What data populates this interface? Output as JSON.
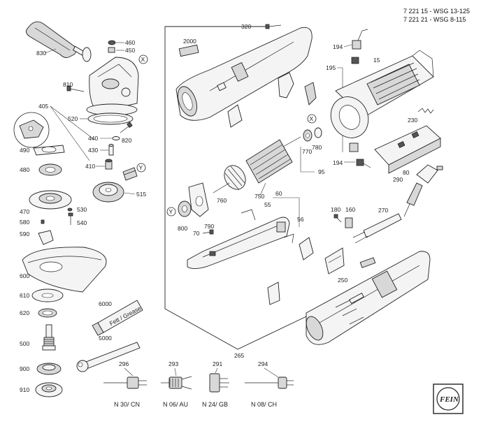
{
  "header": {
    "line1": "7 221 15 - WSG 13-125",
    "line2": "7 221 21 - WSG   8-115"
  },
  "parts": {
    "p830": "830",
    "p460": "460",
    "p450": "450",
    "p810": "810",
    "p405": "405",
    "p520": "520",
    "p440": "440",
    "p820": "820",
    "p430": "430",
    "p410": "410",
    "p490": "490",
    "p480": "480",
    "p515": "515",
    "p470": "470",
    "p530": "530",
    "p580": "580",
    "p540": "540",
    "p590": "590",
    "p600": "600",
    "p610": "610",
    "p620": "620",
    "p500": "500",
    "p900": "900",
    "p910": "910",
    "p6000": "6000",
    "p5000": "5000",
    "p320": "320",
    "p2000": "2000",
    "p194a": "194",
    "p195": "195",
    "p15": "15",
    "p230": "230",
    "p770": "770",
    "p780": "780",
    "p95": "95",
    "p194b": "194",
    "p80": "80",
    "p290": "290",
    "p750": "750",
    "p760": "760",
    "p55": "55",
    "p60": "60",
    "p800": "800",
    "p790": "790",
    "p70": "70",
    "p56": "56",
    "p180": "180",
    "p160": "160",
    "p270": "270",
    "p250": "250",
    "p265": "265",
    "p296": "296",
    "p293": "293",
    "p291": "291",
    "p294": "294"
  },
  "markers": {
    "x1": "X",
    "x2": "X",
    "y1": "Y",
    "y2": "Y"
  },
  "plugs": {
    "cn": "N 30/ CN",
    "au": "N 06/ AU",
    "gb": "N 24/ GB",
    "ch": "N 08/ CH"
  },
  "grease_tube_text": "Fett / Grease",
  "logo_text": "FEIN"
}
